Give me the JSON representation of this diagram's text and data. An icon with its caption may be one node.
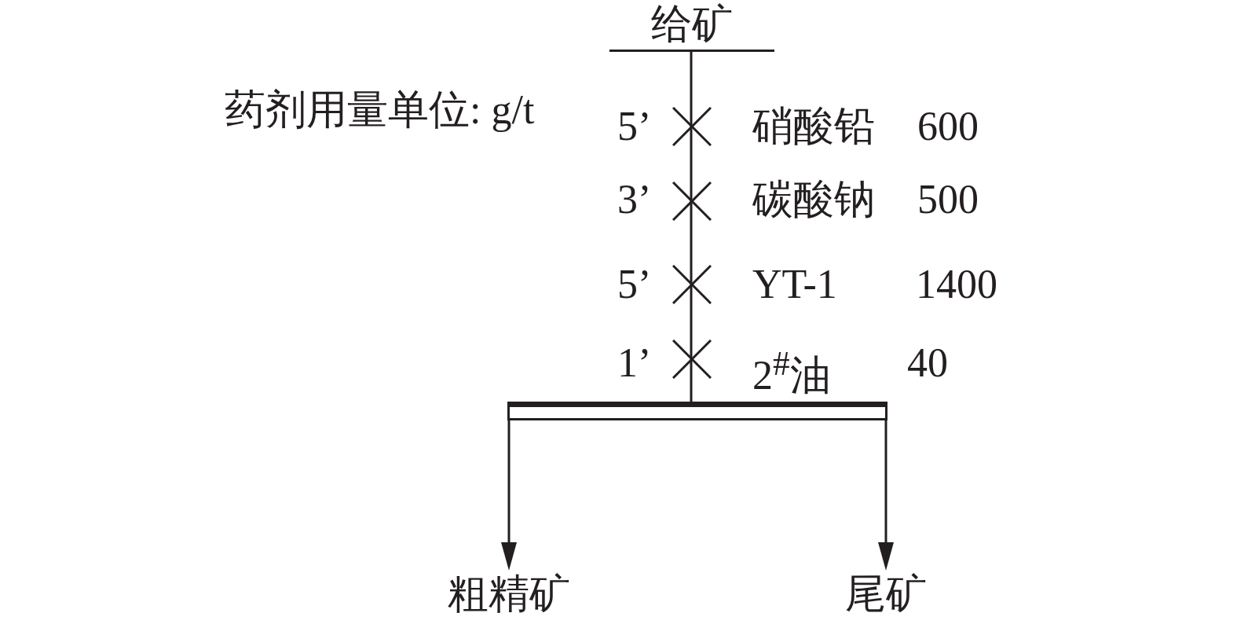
{
  "diagram": {
    "nodes": [
      {
        "text": [
          "给矿"
        ]
      },
      {
        "text": [],
        "shape": "bar"
      },
      {
        "text": [
          "粗精矿"
        ]
      },
      {
        "text": [
          "尾矿"
        ]
      }
    ],
    "edges": [
      {
        "from": 0,
        "to": 1,
        "arrow": "none"
      },
      {
        "from": 1,
        "to": 2,
        "arrow": "to"
      },
      {
        "from": 1,
        "to": 3,
        "arrow": "to"
      }
    ],
    "labels": [
      "药剂用量单位: g/t",
      "5’",
      "硝酸铅",
      "600",
      "3’",
      "碳酸钠",
      "500",
      "5’",
      "YT-1",
      "1400",
      "1’",
      "2$^{#}$油",
      "40"
    ]
  }
}
